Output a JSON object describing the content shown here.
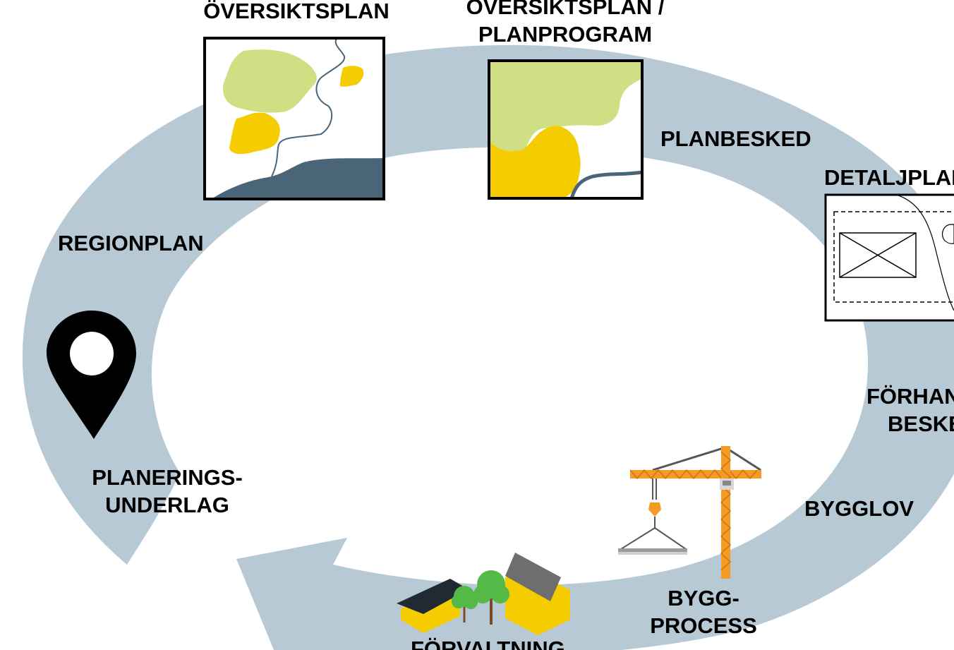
{
  "colors": {
    "ring": "#b7c9d5",
    "light_green": "#d1df84",
    "yellow": "#f5cc00",
    "dark_blue": "#4a6478",
    "orange": "#f59a23",
    "tree_green": "#55b948",
    "roof_dark": "#1f2a33",
    "roof_grey": "#6e6e6e"
  },
  "labels": {
    "oversiktsplan": "ÖVERSIKTSPLAN",
    "oversiktsplan_planprogram_line1": "ÖVERSIKTSPLAN /",
    "oversiktsplan_planprogram_line2": "PLANPROGRAM",
    "planbesked": "PLANBESKED",
    "detaljplan": "DETALJPLAN",
    "regionplan": "REGIONPLAN",
    "forhandsbesked_line1": "FÖRHANDS-",
    "forhandsbesked_line2": "BESKED",
    "planeringsunderlag_line1": "PLANERINGS-",
    "planeringsunderlag_line2": "UNDERLAG",
    "bygglov": "BYGGLOV",
    "byggprocess_line1": "BYGG-",
    "byggprocess_line2": "PROCESS",
    "forvaltning": "FÖRVALTNING"
  },
  "icons": [
    "map-pin-icon",
    "overview-map-icon",
    "planprogram-map-icon",
    "detailed-plan-icon",
    "tower-crane-icon",
    "houses-and-trees-icon"
  ]
}
